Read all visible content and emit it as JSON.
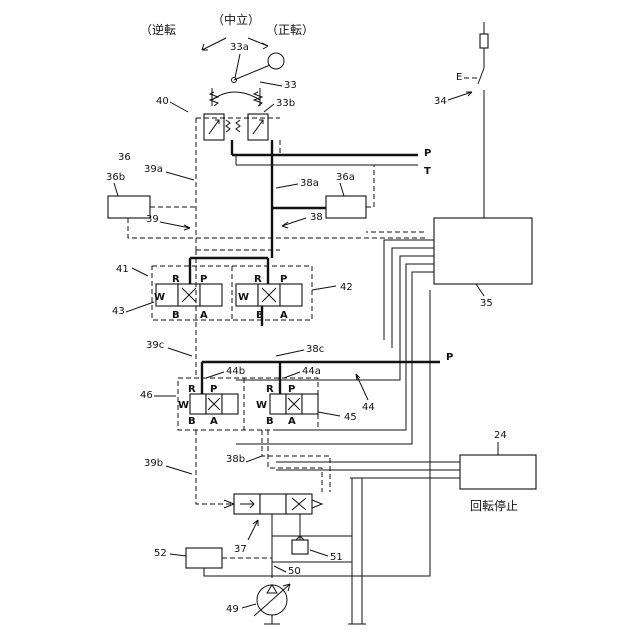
{
  "top_labels": {
    "neutral": "（中立）",
    "reverse": "（逆転",
    "forward": "（正転）"
  },
  "port_labels": {
    "p_top": "P",
    "t_top": "T",
    "p_mid": "P"
  },
  "ref_labels": {
    "l33a": "33a",
    "l33": "33",
    "l33b": "33b",
    "l40": "40",
    "l36": "36",
    "l36b": "36b",
    "l36a": "36a",
    "l39a": "39a",
    "l39": "39",
    "l38a": "38a",
    "l38": "38",
    "l34": "34",
    "l35": "35",
    "l41": "41",
    "l42": "42",
    "l43": "43",
    "l39c": "39c",
    "l38c": "38c",
    "l44b": "44b",
    "l44a": "44a",
    "l44": "44",
    "l46": "46",
    "l45": "45",
    "l39b": "39b",
    "l38b": "38b",
    "l24": "24",
    "l37": "37",
    "l51": "51",
    "l52": "52",
    "l50": "50",
    "l49": "49"
  },
  "valve_ports": {
    "v43": {
      "r": "R",
      "p": "P",
      "w": "W",
      "b": "B",
      "a": "A"
    },
    "v42": {
      "r": "R",
      "p": "P",
      "w": "W",
      "b": "B",
      "a": "A"
    },
    "v46": {
      "r": "R",
      "p": "P",
      "w": "W",
      "b": "B",
      "a": "A"
    },
    "v45": {
      "r": "R",
      "p": "P",
      "w": "W",
      "b": "B",
      "a": "A"
    }
  },
  "texts": {
    "rotation_stop": "回転停止",
    "switch_mark": "E"
  }
}
